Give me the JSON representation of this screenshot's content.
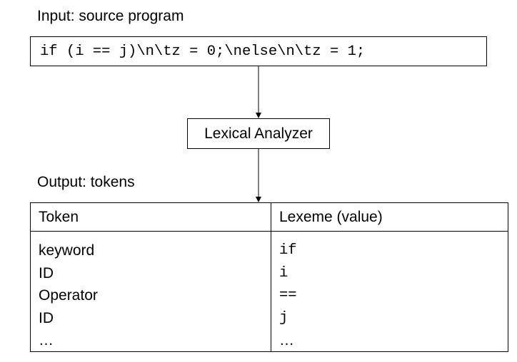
{
  "input": {
    "label": "Input: source program",
    "source_code": "if (i == j)\\n\\tz = 0;\\nelse\\n\\tz = 1;"
  },
  "analyzer": {
    "label": "Lexical Analyzer"
  },
  "output": {
    "label": "Output: tokens",
    "table": {
      "headers": [
        "Token",
        "Lexeme (value)"
      ],
      "rows": [
        {
          "token": "keyword",
          "lexeme": "if"
        },
        {
          "token": "ID",
          "lexeme": "i"
        },
        {
          "token": "Operator",
          "lexeme": "=="
        },
        {
          "token": "ID",
          "lexeme": "j"
        },
        {
          "token": "…",
          "lexeme": "…"
        }
      ]
    }
  }
}
